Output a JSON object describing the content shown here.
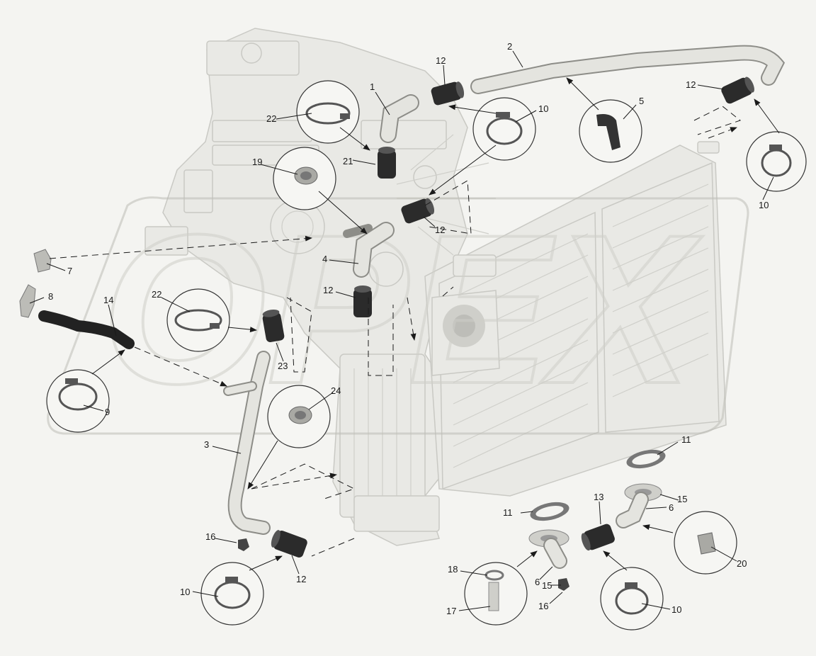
{
  "diagram": {
    "labels": [
      "1",
      "2",
      "3",
      "4",
      "5",
      "6",
      "6",
      "7",
      "8",
      "9",
      "10",
      "10",
      "10",
      "10",
      "11",
      "11",
      "12",
      "12",
      "12",
      "12",
      "12",
      "13",
      "14",
      "15",
      "15",
      "16",
      "16",
      "17",
      "18",
      "19",
      "20",
      "21",
      "22",
      "22",
      "23",
      "24"
    ],
    "watermark": "OPEX"
  }
}
